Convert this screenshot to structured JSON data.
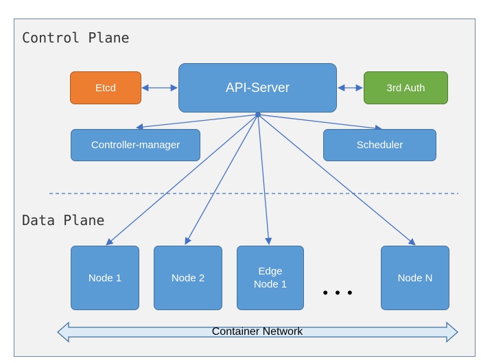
{
  "control_plane": {
    "label": "Control Plane",
    "etcd": "Etcd",
    "api_server": "API-Server",
    "third_auth": "3rd Auth",
    "controller_manager": "Controller-manager",
    "scheduler": "Scheduler"
  },
  "data_plane": {
    "label": "Data Plane",
    "nodes": [
      "Node 1",
      "Node 2",
      "Edge\nNode 1",
      "Node N"
    ],
    "ellipsis": "• • •"
  },
  "network": {
    "label": "Container Network"
  },
  "colors": {
    "node_blue": "#5b9bd5",
    "etcd_orange": "#ed7d31",
    "auth_green": "#70ad47",
    "arrow": "#4472c4"
  }
}
